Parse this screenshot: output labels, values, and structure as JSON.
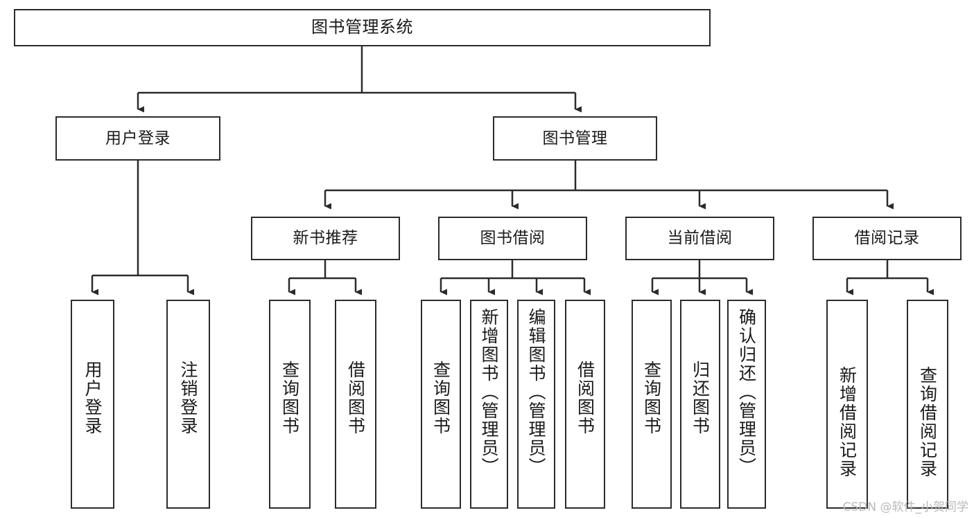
{
  "diagram": {
    "title": "图书管理系统",
    "type": "tree-hierarchy-diagram",
    "root": {
      "id": "root",
      "label": "图书管理系统"
    },
    "level2": [
      {
        "id": "user-login",
        "label": "用户登录"
      },
      {
        "id": "book-management",
        "label": "图书管理"
      }
    ],
    "level3": [
      {
        "id": "new-book-recommend",
        "label": "新书推荐"
      },
      {
        "id": "book-borrow",
        "label": "图书借阅"
      },
      {
        "id": "current-borrow",
        "label": "当前借阅"
      },
      {
        "id": "borrow-record",
        "label": "借阅记录"
      }
    ],
    "leaves": [
      {
        "id": "leaf-user-login",
        "label": "用户登录",
        "parent": "user-login"
      },
      {
        "id": "leaf-logout-login",
        "label": "注销登录",
        "parent": "user-login"
      },
      {
        "id": "leaf-query-book-1",
        "label": "查询图书",
        "parent": "new-book-recommend"
      },
      {
        "id": "leaf-borrow-book-1",
        "label": "借阅图书",
        "parent": "new-book-recommend"
      },
      {
        "id": "leaf-query-book-2",
        "label": "查询图书",
        "parent": "book-borrow"
      },
      {
        "id": "leaf-add-book",
        "label": "新增图书（管理员）",
        "parent": "book-borrow"
      },
      {
        "id": "leaf-edit-book",
        "label": "编辑图书（管理员）",
        "parent": "book-borrow"
      },
      {
        "id": "leaf-borrow-book-2",
        "label": "借阅图书",
        "parent": "book-borrow"
      },
      {
        "id": "leaf-query-book-3",
        "label": "查询图书",
        "parent": "current-borrow"
      },
      {
        "id": "leaf-return-book",
        "label": "归还图书",
        "parent": "current-borrow"
      },
      {
        "id": "leaf-confirm-return",
        "label": "确认归还（管理员）",
        "parent": "current-borrow"
      },
      {
        "id": "leaf-add-record",
        "label": "新增借阅记录",
        "parent": "borrow-record"
      },
      {
        "id": "leaf-query-record",
        "label": "查询借阅记录",
        "parent": "borrow-record"
      }
    ]
  },
  "watermark": {
    "text": "CSDN @软件_小贺同学"
  },
  "colors": {
    "stroke": "#2b2b2b",
    "background": "#ffffff",
    "text": "#1a1a1a",
    "watermark": "#b9b9b9"
  }
}
